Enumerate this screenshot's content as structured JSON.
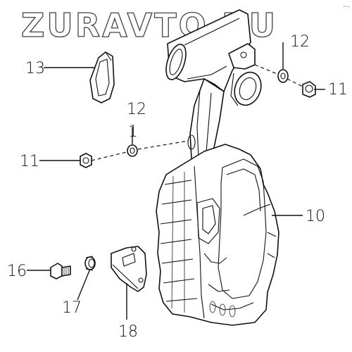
{
  "watermark": "ZURAVTO.RU",
  "corner_mark": "~-",
  "callouts": [
    {
      "id": "c13",
      "label": "13"
    },
    {
      "id": "c12a",
      "label": "12"
    },
    {
      "id": "c12b",
      "label": "12"
    },
    {
      "id": "c1",
      "label": "1"
    },
    {
      "id": "c11a",
      "label": "11"
    },
    {
      "id": "c11b",
      "label": "11"
    },
    {
      "id": "c10",
      "label": "10"
    },
    {
      "id": "c16",
      "label": "16"
    },
    {
      "id": "c17",
      "label": "17"
    },
    {
      "id": "c18",
      "label": "18"
    }
  ]
}
